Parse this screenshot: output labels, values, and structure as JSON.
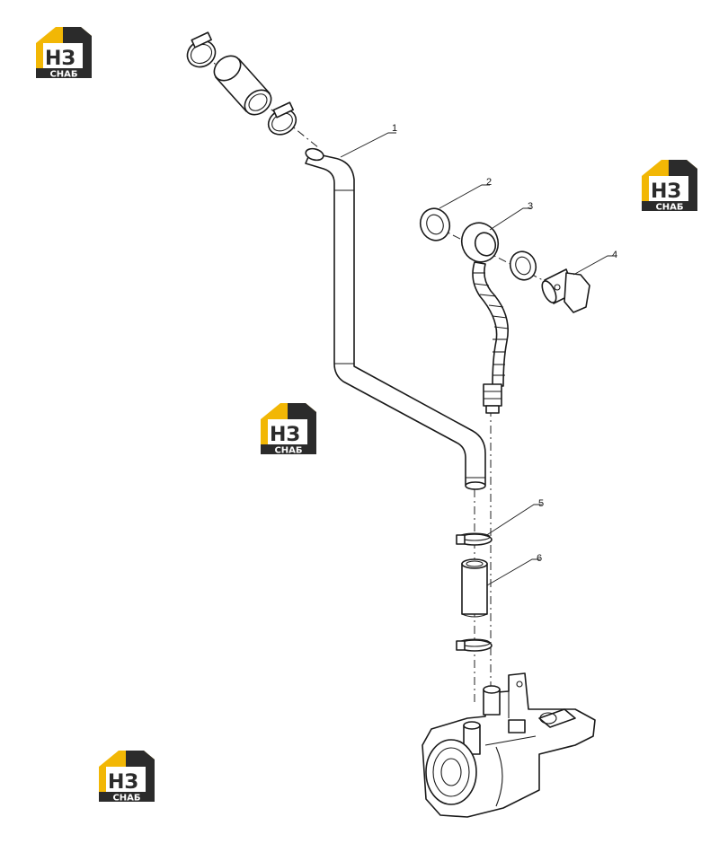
{
  "logo": {
    "big": "НЗ",
    "small": "СНАБ",
    "color_yellow": "#f2b705",
    "color_dark": "#2b2b2b"
  },
  "callouts": [
    "1",
    "2",
    "3",
    "4",
    "5",
    "6"
  ]
}
